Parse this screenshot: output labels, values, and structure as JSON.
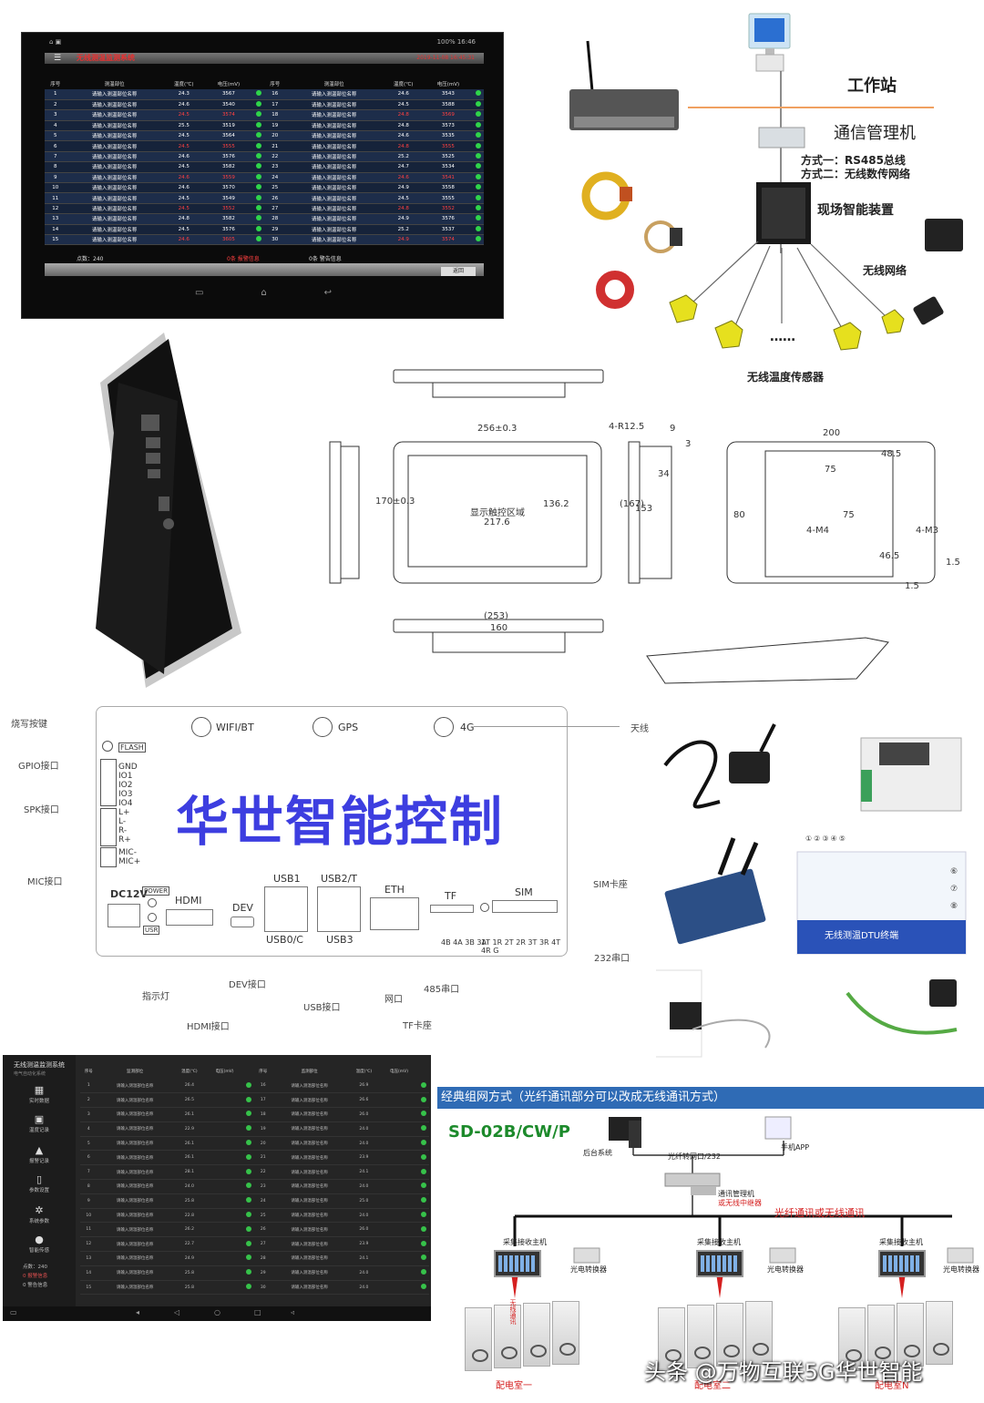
{
  "panel_a": {
    "status_time": "100% 16:46",
    "title": "无线测温监测系统",
    "datetime": "2019-11-08 16:45:31",
    "headers": [
      "序号",
      "测温部位",
      "温度(℃)",
      "电压(mV)",
      "",
      "序号",
      "测温部位",
      "温度(℃)",
      "电压(mV)",
      ""
    ],
    "rows": [
      [
        "1",
        "请输入测温部位名称",
        "24.3",
        "3567",
        "16",
        "请输入测温部位名称",
        "24.6",
        "3543"
      ],
      [
        "2",
        "请输入测温部位名称",
        "24.6",
        "3540",
        "17",
        "请输入测温部位名称",
        "24.5",
        "3588"
      ],
      [
        "3",
        "请输入测温部位名称",
        "24.5",
        "3574",
        "18",
        "请输入测温部位名称",
        "24.8",
        "3569"
      ],
      [
        "4",
        "请输入测温部位名称",
        "25.5",
        "3519",
        "19",
        "请输入测温部位名称",
        "24.8",
        "3573"
      ],
      [
        "5",
        "请输入测温部位名称",
        "24.5",
        "3564",
        "20",
        "请输入测温部位名称",
        "24.6",
        "3535"
      ],
      [
        "6",
        "请输入测温部位名称",
        "24.5",
        "3555",
        "21",
        "请输入测温部位名称",
        "24.8",
        "3555"
      ],
      [
        "7",
        "请输入测温部位名称",
        "24.6",
        "3576",
        "22",
        "请输入测温部位名称",
        "25.2",
        "3525"
      ],
      [
        "8",
        "请输入测温部位名称",
        "24.5",
        "3582",
        "23",
        "请输入测温部位名称",
        "24.7",
        "3534"
      ],
      [
        "9",
        "请输入测温部位名称",
        "24.6",
        "3559",
        "24",
        "请输入测温部位名称",
        "24.6",
        "3541"
      ],
      [
        "10",
        "请输入测温部位名称",
        "24.6",
        "3570",
        "25",
        "请输入测温部位名称",
        "24.9",
        "3558"
      ],
      [
        "11",
        "请输入测温部位名称",
        "24.5",
        "3549",
        "26",
        "请输入测温部位名称",
        "24.5",
        "3555"
      ],
      [
        "12",
        "请输入测温部位名称",
        "24.5",
        "3552",
        "27",
        "请输入测温部位名称",
        "24.8",
        "3552"
      ],
      [
        "13",
        "请输入测温部位名称",
        "24.8",
        "3582",
        "28",
        "请输入测温部位名称",
        "24.9",
        "3576"
      ],
      [
        "14",
        "请输入测温部位名称",
        "24.5",
        "3576",
        "29",
        "请输入测温部位名称",
        "25.2",
        "3537"
      ],
      [
        "15",
        "请输入测温部位名称",
        "24.6",
        "3605",
        "30",
        "请输入测温部位名称",
        "24.9",
        "3574"
      ]
    ],
    "points": "点数：240",
    "alarm": "0条 报警信息",
    "warning": "0条 警告信息",
    "back_button": "返回"
  },
  "panel_b": {
    "workstation": "工作站",
    "comm_manager": "通信管理机",
    "mode1": "方式一：RS485总线",
    "mode2": "方式二：无线数传网络",
    "smart_device": "现场智能装置",
    "wireless_network": "无线网络",
    "ellipsis": "……",
    "sensor": "无线温度传感器"
  },
  "panel_c": {
    "d256": "256±0.3",
    "r125": "4-R12.5",
    "d9": "9",
    "d3": "3",
    "d200": "200",
    "d48": "48.5",
    "d75a": "75",
    "d75b": "75",
    "d80": "80",
    "m4a": "4-M4",
    "m4b": "4-M3",
    "d465": "46.5",
    "d15": "1.5",
    "d1": "1.5",
    "d170": "170±0.3",
    "area": "显示触控区域",
    "d2176": "217.6",
    "d1362": "136.2",
    "d167": "(167)",
    "d153": "153",
    "d34": "34",
    "d253": "(253)",
    "d160": "160"
  },
  "panel_d": {
    "burn_key": "烧写按键",
    "gpio": "GPIO接口",
    "spk": "SPK接口",
    "mic": "MIC接口",
    "flash": "FLASH",
    "pins_gpio": [
      "GND",
      "IO1",
      "IO2",
      "IO3",
      "IO4"
    ],
    "pins_spk": [
      "L+",
      "L-",
      "R-",
      "R+"
    ],
    "pins_mic": [
      "MIC-",
      "MIC+"
    ],
    "wifi": "WIFI/BT",
    "gps": "GPS",
    "g4": "4G",
    "antenna": "天线",
    "brand": "华世智能控制",
    "dc12v": "DC12V",
    "power": "POWER",
    "usr": "USR",
    "hdmi": "HDMI",
    "dev": "DEV",
    "usb1": "USB1",
    "usb0": "USB0/C",
    "usb2": "USB2/T",
    "usb3": "USB3",
    "eth": "ETH",
    "tf": "TF",
    "sim": "SIM",
    "rs485": "4B 4A 3B 3A",
    "rs232": "1T 1R 2T 2R 3T 3R 4T 4R G",
    "sim_slot": "SIM卡座",
    "com232": "232串口",
    "indicator": "指示灯",
    "hdmi_port": "HDMI接口",
    "dev_port": "DEV接口",
    "usb_port": "USB接口",
    "network_port": "网口",
    "com485": "485串口",
    "tf_slot": "TF卡座"
  },
  "panel_e": {
    "dtu_label": "无线测温DTU终端",
    "nums_top": [
      "①",
      "②",
      "③",
      "④",
      "⑤"
    ],
    "nums_right": [
      "⑥",
      "⑦",
      "⑧"
    ]
  },
  "panel_f": {
    "title": "无线测温监测系统",
    "subtitle": "电气自动化系统",
    "menu": [
      "实时数据",
      "温度记录",
      "报警记录",
      "参数设置",
      "系统参数",
      "智能传感"
    ],
    "headers": [
      "序号",
      "监测部位",
      "温度(℃)",
      "电压(mV)",
      "",
      "序号",
      "监测部位",
      "温度(℃)",
      "电压(mV)",
      ""
    ],
    "rows": [
      [
        "1",
        "请输入测温部位名称",
        "26.4",
        "16",
        "请输入测温部位名称",
        "26.9"
      ],
      [
        "2",
        "请输入测温部位名称",
        "26.5",
        "17",
        "请输入测温部位名称",
        "26.6"
      ],
      [
        "3",
        "请输入测温部位名称",
        "26.1",
        "18",
        "请输入测温部位名称",
        "26.0"
      ],
      [
        "4",
        "请输入测温部位名称",
        "22.9",
        "19",
        "请输入测温部位名称",
        "24.0"
      ],
      [
        "5",
        "请输入测温部位名称",
        "26.1",
        "20",
        "请输入测温部位名称",
        "24.0"
      ],
      [
        "6",
        "请输入测温部位名称",
        "26.1",
        "21",
        "请输入测温部位名称",
        "23.9"
      ],
      [
        "7",
        "请输入测温部位名称",
        "28.1",
        "22",
        "请输入测温部位名称",
        "24.1"
      ],
      [
        "8",
        "请输入测温部位名称",
        "24.0",
        "23",
        "请输入测温部位名称",
        "24.0"
      ],
      [
        "9",
        "请输入测温部位名称",
        "25.8",
        "24",
        "请输入测温部位名称",
        "25.0"
      ],
      [
        "10",
        "请输入测温部位名称",
        "22.8",
        "25",
        "请输入测温部位名称",
        "24.0"
      ],
      [
        "11",
        "请输入测温部位名称",
        "26.2",
        "26",
        "请输入测温部位名称",
        "26.0"
      ],
      [
        "12",
        "请输入测温部位名称",
        "22.7",
        "27",
        "请输入测温部位名称",
        "23.9"
      ],
      [
        "13",
        "请输入测温部位名称",
        "24.9",
        "28",
        "请输入测温部位名称",
        "24.1"
      ],
      [
        "14",
        "请输入测温部位名称",
        "25.8",
        "29",
        "请输入测温部位名称",
        "24.0"
      ],
      [
        "15",
        "请输入测温部位名称",
        "25.8",
        "30",
        "请输入测温部位名称",
        "24.0"
      ]
    ],
    "points": "点数：240",
    "alarm": "0 报警信息",
    "warning": "0 警告信息"
  },
  "panel_g": {
    "header": "经典组网方式（光纤通讯部分可以改成无线通讯方式）",
    "model": "SD-02B/CW/P",
    "backend": "后台系统",
    "phone": "手机APP",
    "fiber_port": "光纤转网口/232",
    "comm_mgr": "通讯管理机",
    "relay": "或无线中继器",
    "fiber": "光纤通讯或无线通讯",
    "collector": "采集接收主机",
    "converter": "光电转换器",
    "room1": "配电室一",
    "room2": "配电室二",
    "roomN": "配电室N",
    "wireless": "无线通讯"
  },
  "watermark": "头条 @万物互联5G华世智能"
}
